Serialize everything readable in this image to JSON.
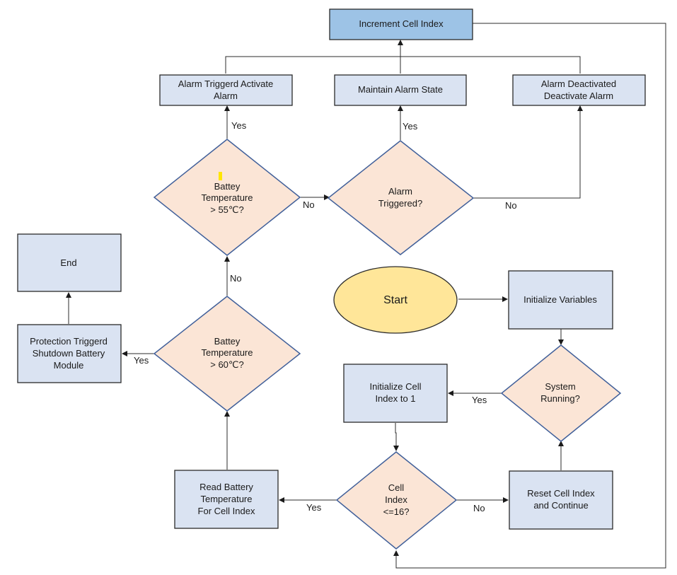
{
  "nodes": {
    "increment": "Increment Cell Index",
    "alarm_trig_act": [
      "Alarm Triggerd Activate",
      "Alarm"
    ],
    "maintain": "Maintain Alarm State",
    "alarm_deact": [
      "Alarm Deactivated",
      "Deactivate Alarm"
    ],
    "temp55": [
      "Battey",
      "Temperature",
      "> 55℃?"
    ],
    "alarm_trig_q": [
      "Alarm",
      "Triggered?"
    ],
    "end": "End",
    "start": "Start",
    "init_vars": "Initialize Variables",
    "protection": [
      "Protection Triggerd",
      "Shutdown Battery",
      "Module"
    ],
    "temp60": [
      "Battey",
      "Temperature",
      "> 60℃?"
    ],
    "system_running": [
      "System",
      "Running?"
    ],
    "init_cell": [
      "Initialize Cell",
      "Index to 1"
    ],
    "read_temp": [
      "Read Battery",
      "Temperature",
      "For Cell Index"
    ],
    "cell_index_q": [
      "Cell",
      "Index",
      "<=16?"
    ],
    "reset_cell": [
      "Reset Cell Index",
      "and Continue"
    ]
  },
  "edge_labels": {
    "temp55_yes": "Yes",
    "alarm_q_yes": "Yes",
    "temp55_no": "No",
    "alarm_q_no": "No",
    "temp60_no": "No",
    "temp60_yes": "Yes",
    "system_yes": "Yes",
    "cell_yes": "Yes",
    "cell_no": "No"
  }
}
